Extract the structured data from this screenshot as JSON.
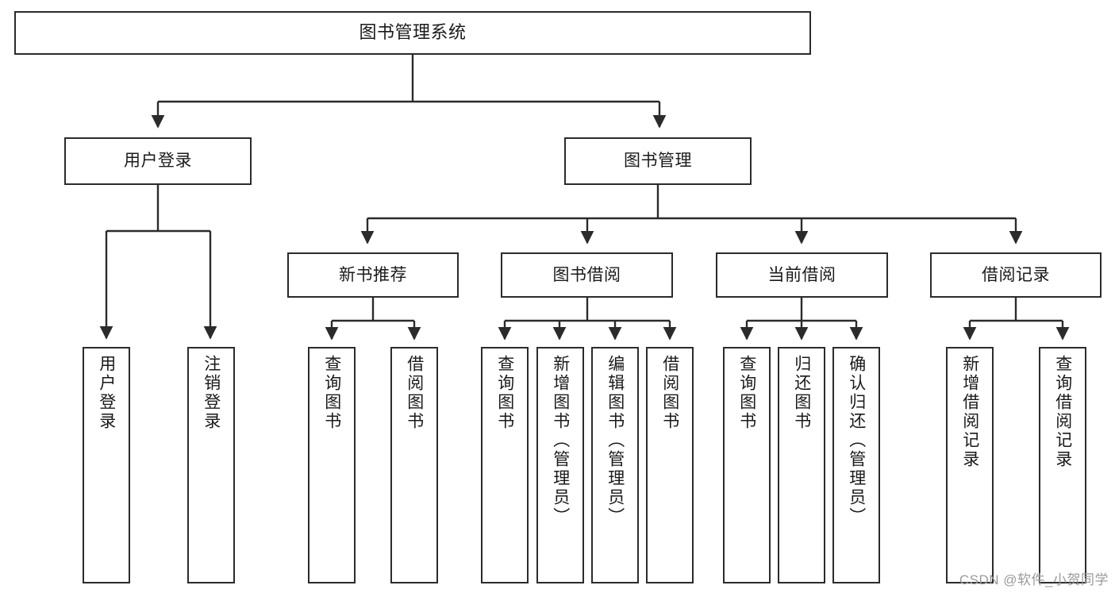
{
  "diagram": {
    "title": "图书管理系统",
    "type": "tree-hierarchy-chart",
    "watermark": "CSDN @软件_小贺同学",
    "colors": {
      "box_border": "#2b2b2b",
      "box_fill": "#ffffff",
      "connector": "#2b2b2b",
      "text": "#1a1a1a",
      "watermark": "#9a9a9a"
    },
    "nodes": {
      "root": {
        "label": "图书管理系统"
      },
      "level2": [
        {
          "id": "user-login",
          "label": "用户登录"
        },
        {
          "id": "book-manage",
          "label": "图书管理"
        }
      ],
      "level3": [
        {
          "id": "new-book-recommend",
          "label": "新书推荐"
        },
        {
          "id": "book-borrow",
          "label": "图书借阅"
        },
        {
          "id": "current-borrow",
          "label": "当前借阅"
        },
        {
          "id": "borrow-record",
          "label": "借阅记录"
        }
      ],
      "leaves": [
        {
          "id": "leaf-user-login",
          "label": "用户登录",
          "parent": "user-login"
        },
        {
          "id": "leaf-user-logout",
          "label": "注销登录",
          "parent": "user-login"
        },
        {
          "id": "leaf-query-book-1",
          "label": "查询图书",
          "parent": "new-book-recommend"
        },
        {
          "id": "leaf-borrow-book-1",
          "label": "借阅图书",
          "parent": "new-book-recommend"
        },
        {
          "id": "leaf-query-book-2",
          "label": "查询图书",
          "parent": "book-borrow"
        },
        {
          "id": "leaf-add-book",
          "label": "新增图书（管理员）",
          "parent": "book-borrow"
        },
        {
          "id": "leaf-edit-book",
          "label": "编辑图书（管理员）",
          "parent": "book-borrow"
        },
        {
          "id": "leaf-borrow-book-2",
          "label": "借阅图书",
          "parent": "book-borrow"
        },
        {
          "id": "leaf-query-book-3",
          "label": "查询图书",
          "parent": "current-borrow"
        },
        {
          "id": "leaf-return-book",
          "label": "归还图书",
          "parent": "current-borrow"
        },
        {
          "id": "leaf-confirm-return",
          "label": "确认归还（管理员）",
          "parent": "current-borrow"
        },
        {
          "id": "leaf-add-record",
          "label": "新增借阅记录",
          "parent": "borrow-record"
        },
        {
          "id": "leaf-query-record",
          "label": "查询借阅记录",
          "parent": "borrow-record"
        }
      ]
    }
  }
}
